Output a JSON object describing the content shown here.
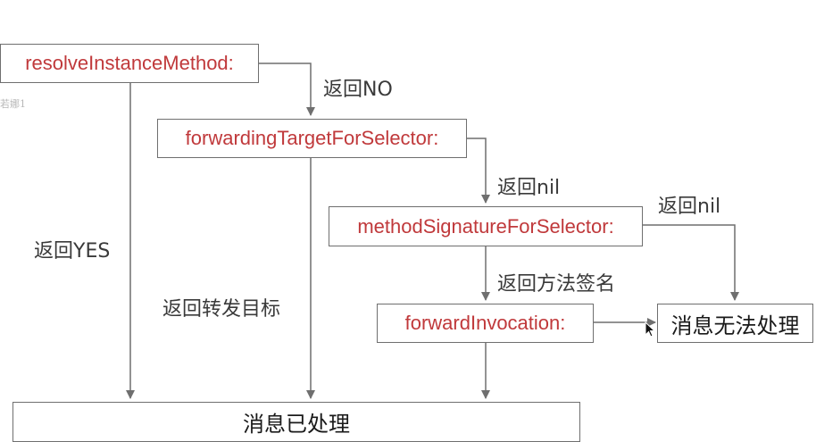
{
  "colors": {
    "method_text": "#c0393b",
    "label_text": "#3a3a3a",
    "line": "#6f6f6f"
  },
  "boxes": {
    "resolve": "resolveInstanceMethod:",
    "forwarding_target": "forwardingTargetForSelector:",
    "method_signature": "methodSignatureForSelector:",
    "forward_invocation": "forwardInvocation:",
    "cannot_handle": "消息无法处理",
    "handled": "消息已处理"
  },
  "labels": {
    "return_no": "返回NO",
    "return_yes": "返回YES",
    "return_nil_1": "返回nil",
    "return_nil_2": "返回nil",
    "return_target": "返回转发目标",
    "return_signature": "返回方法签名"
  },
  "watermark": {
    "left": "若娜1"
  }
}
